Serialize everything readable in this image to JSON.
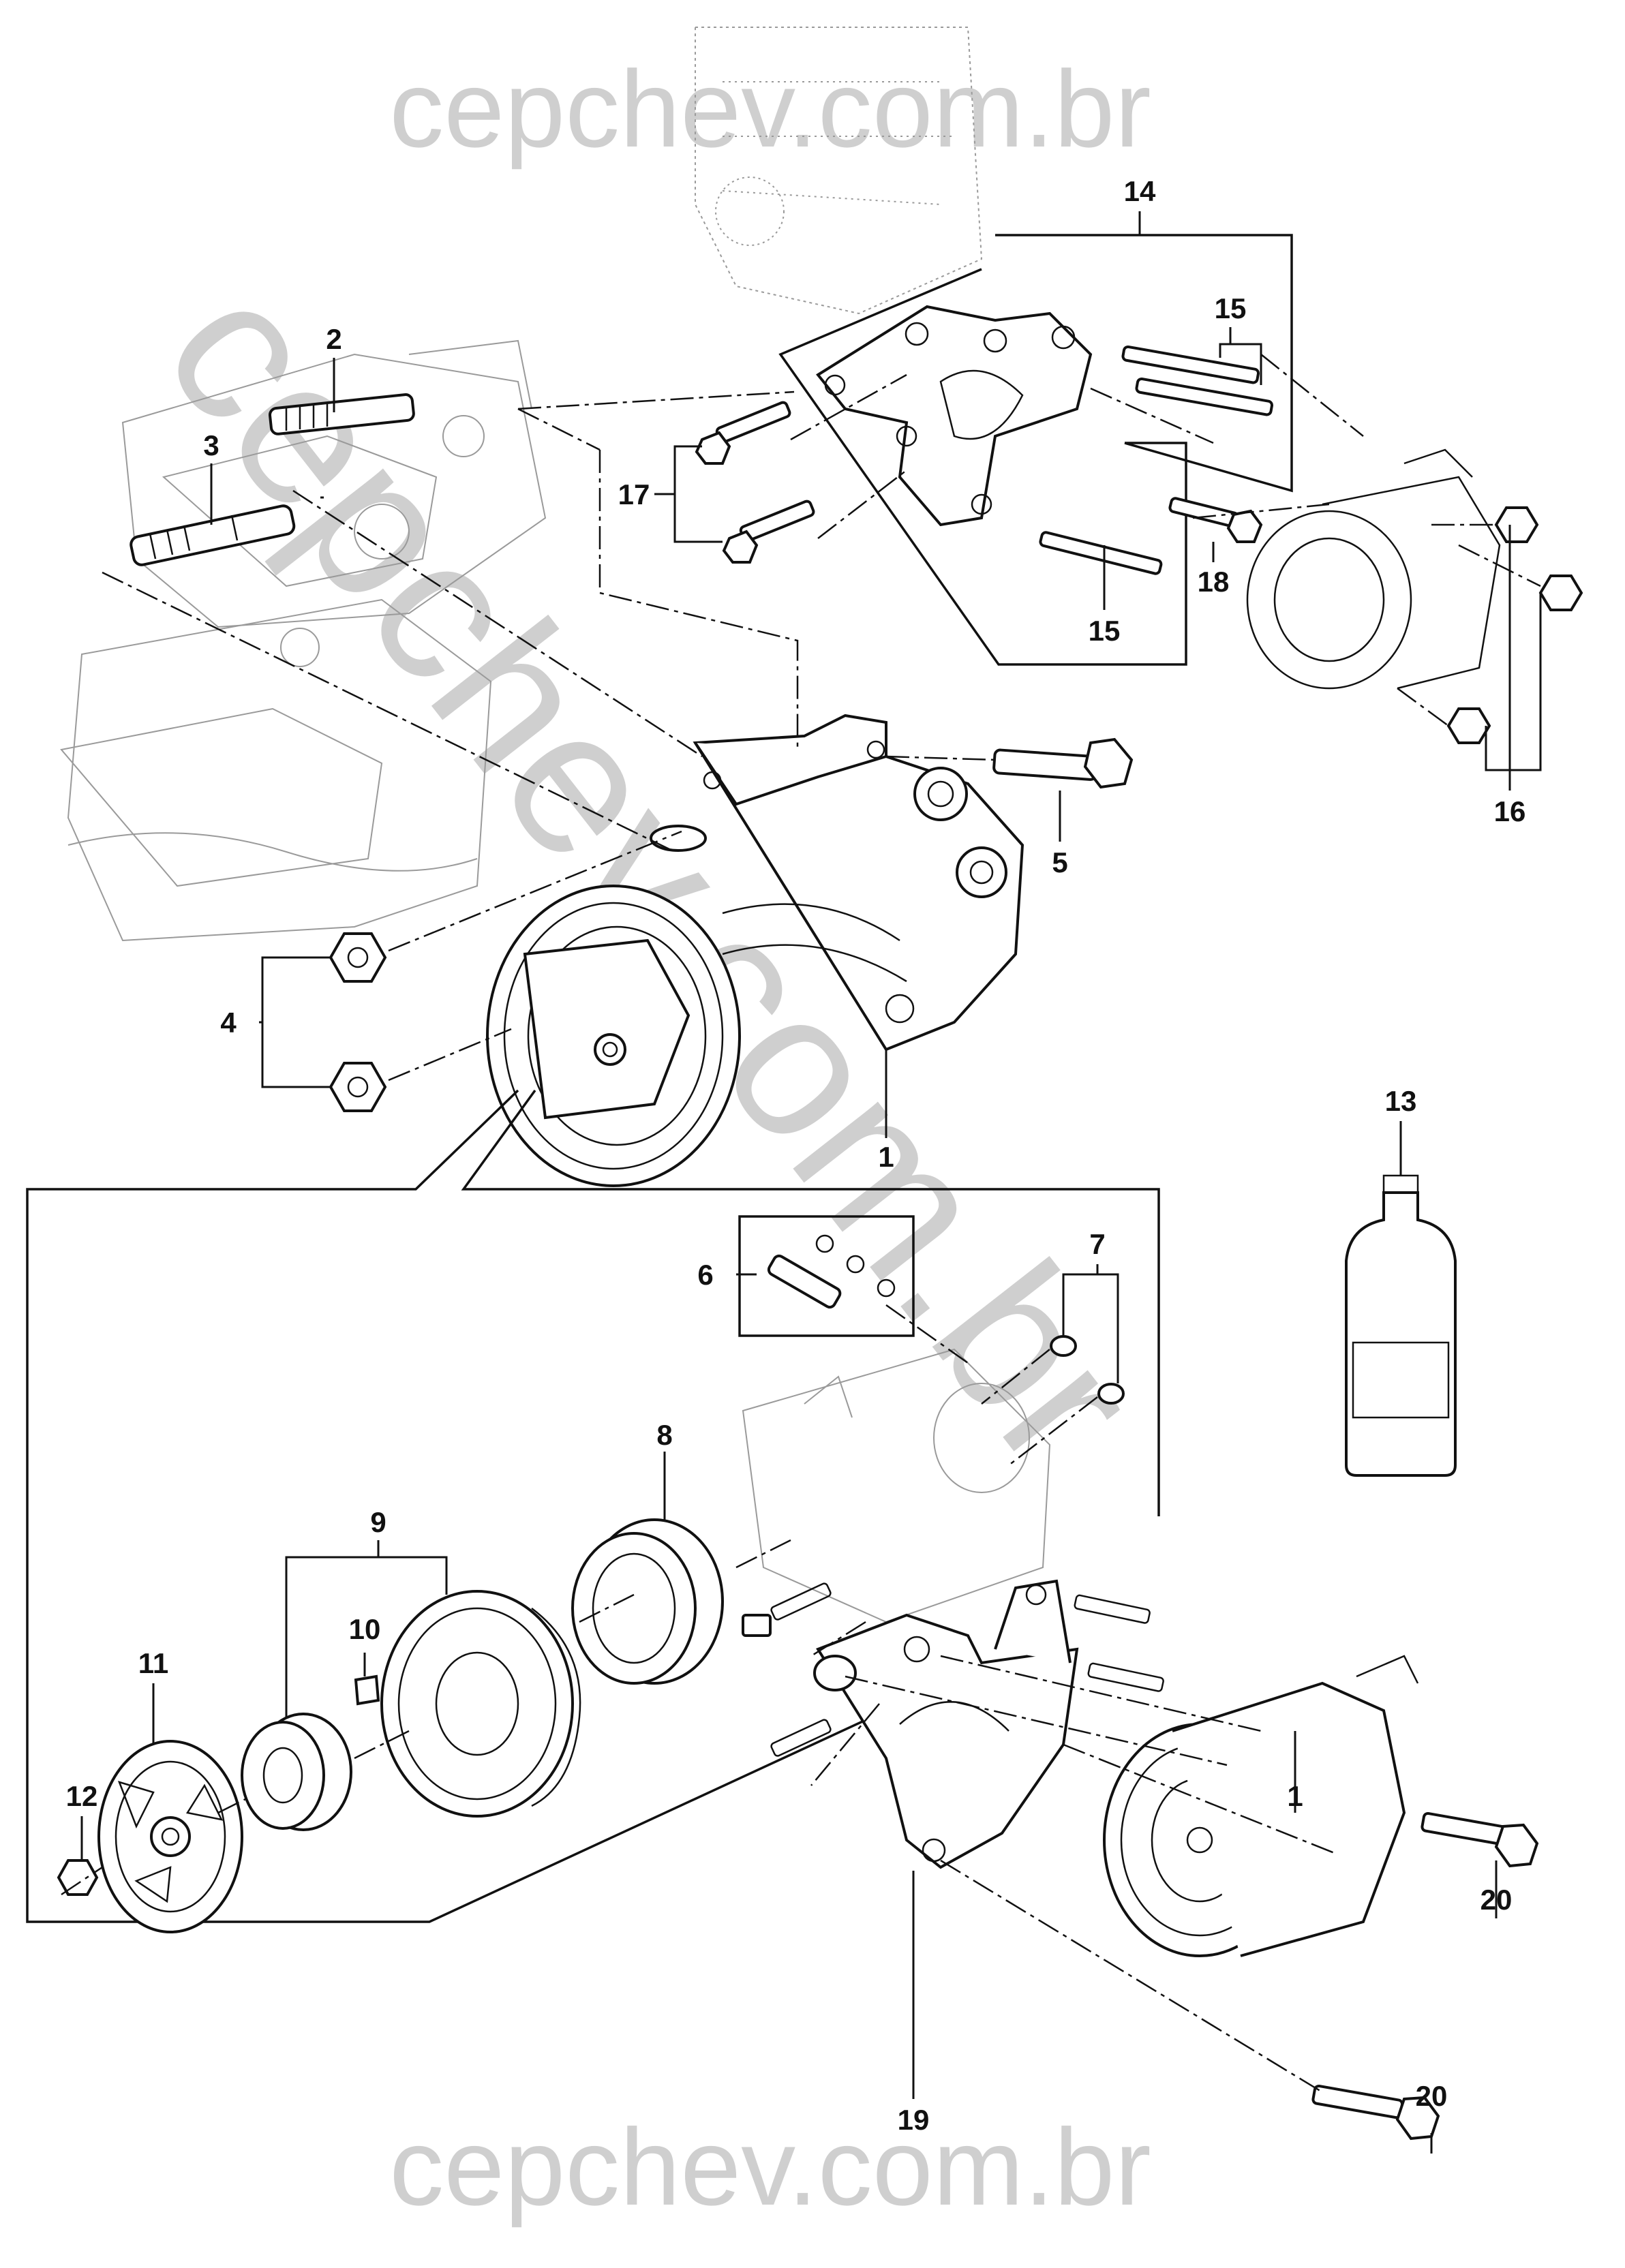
{
  "watermarks": {
    "top": "cepchev.com.br",
    "diagonal": "cepchev.com.br",
    "bottom": "cepchev.com.br"
  },
  "callouts": {
    "c1_main": "1",
    "c1_lower": "1",
    "c2": "2",
    "c3": "3",
    "c4": "4",
    "c5": "5",
    "c6": "6",
    "c7": "7",
    "c8": "8",
    "c9": "9",
    "c10": "10",
    "c11": "11",
    "c12": "12",
    "c13": "13",
    "c14": "14",
    "c15_top": "15",
    "c15_bottom": "15",
    "c16": "16",
    "c17": "17",
    "c18": "18",
    "c19": "19",
    "c20_top": "20",
    "c20_bottom": "20"
  }
}
